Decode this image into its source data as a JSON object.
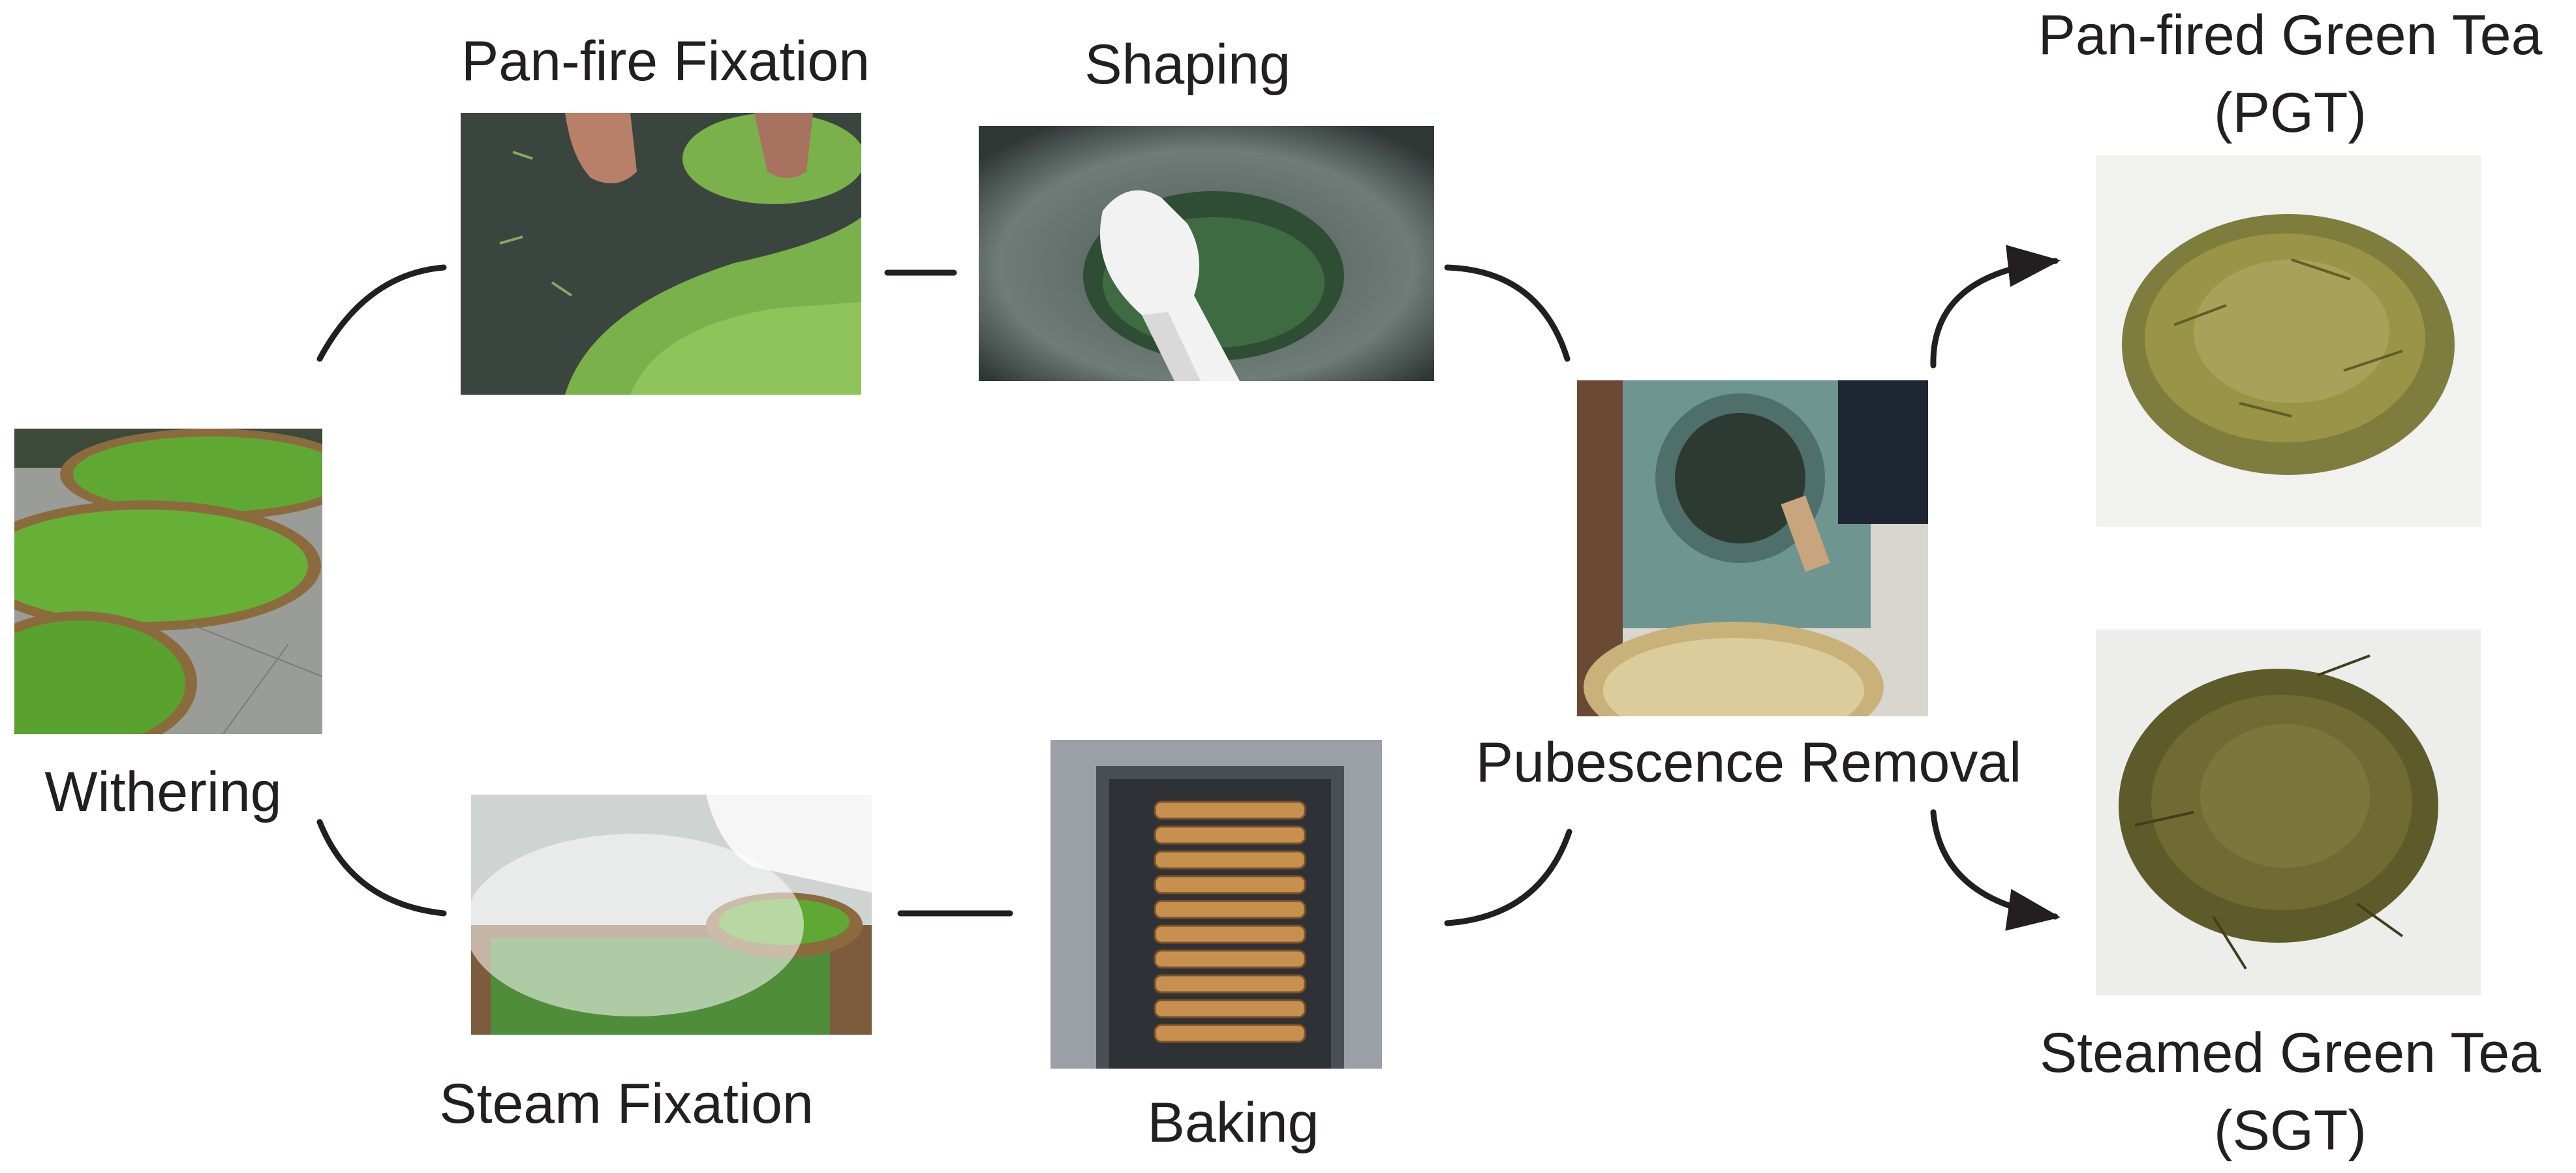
{
  "diagram": {
    "steps": {
      "withering": "Withering",
      "pan_fire_fixation": "Pan-fire Fixation",
      "shaping": "Shaping",
      "pubescence_removal": "Pubescence Removal",
      "steam_fixation": "Steam Fixation",
      "baking": "Baking"
    },
    "products": {
      "pgt_name": "Pan-fired Green Tea",
      "pgt_abbr": "(PGT)",
      "sgt_name": "Steamed Green Tea",
      "sgt_abbr": "(SGT)"
    }
  },
  "colors": {
    "line": "#231f20",
    "leaf_green": "#5fa833",
    "dry_tea": "#7a7a3a",
    "steel": "#8a8f94"
  }
}
